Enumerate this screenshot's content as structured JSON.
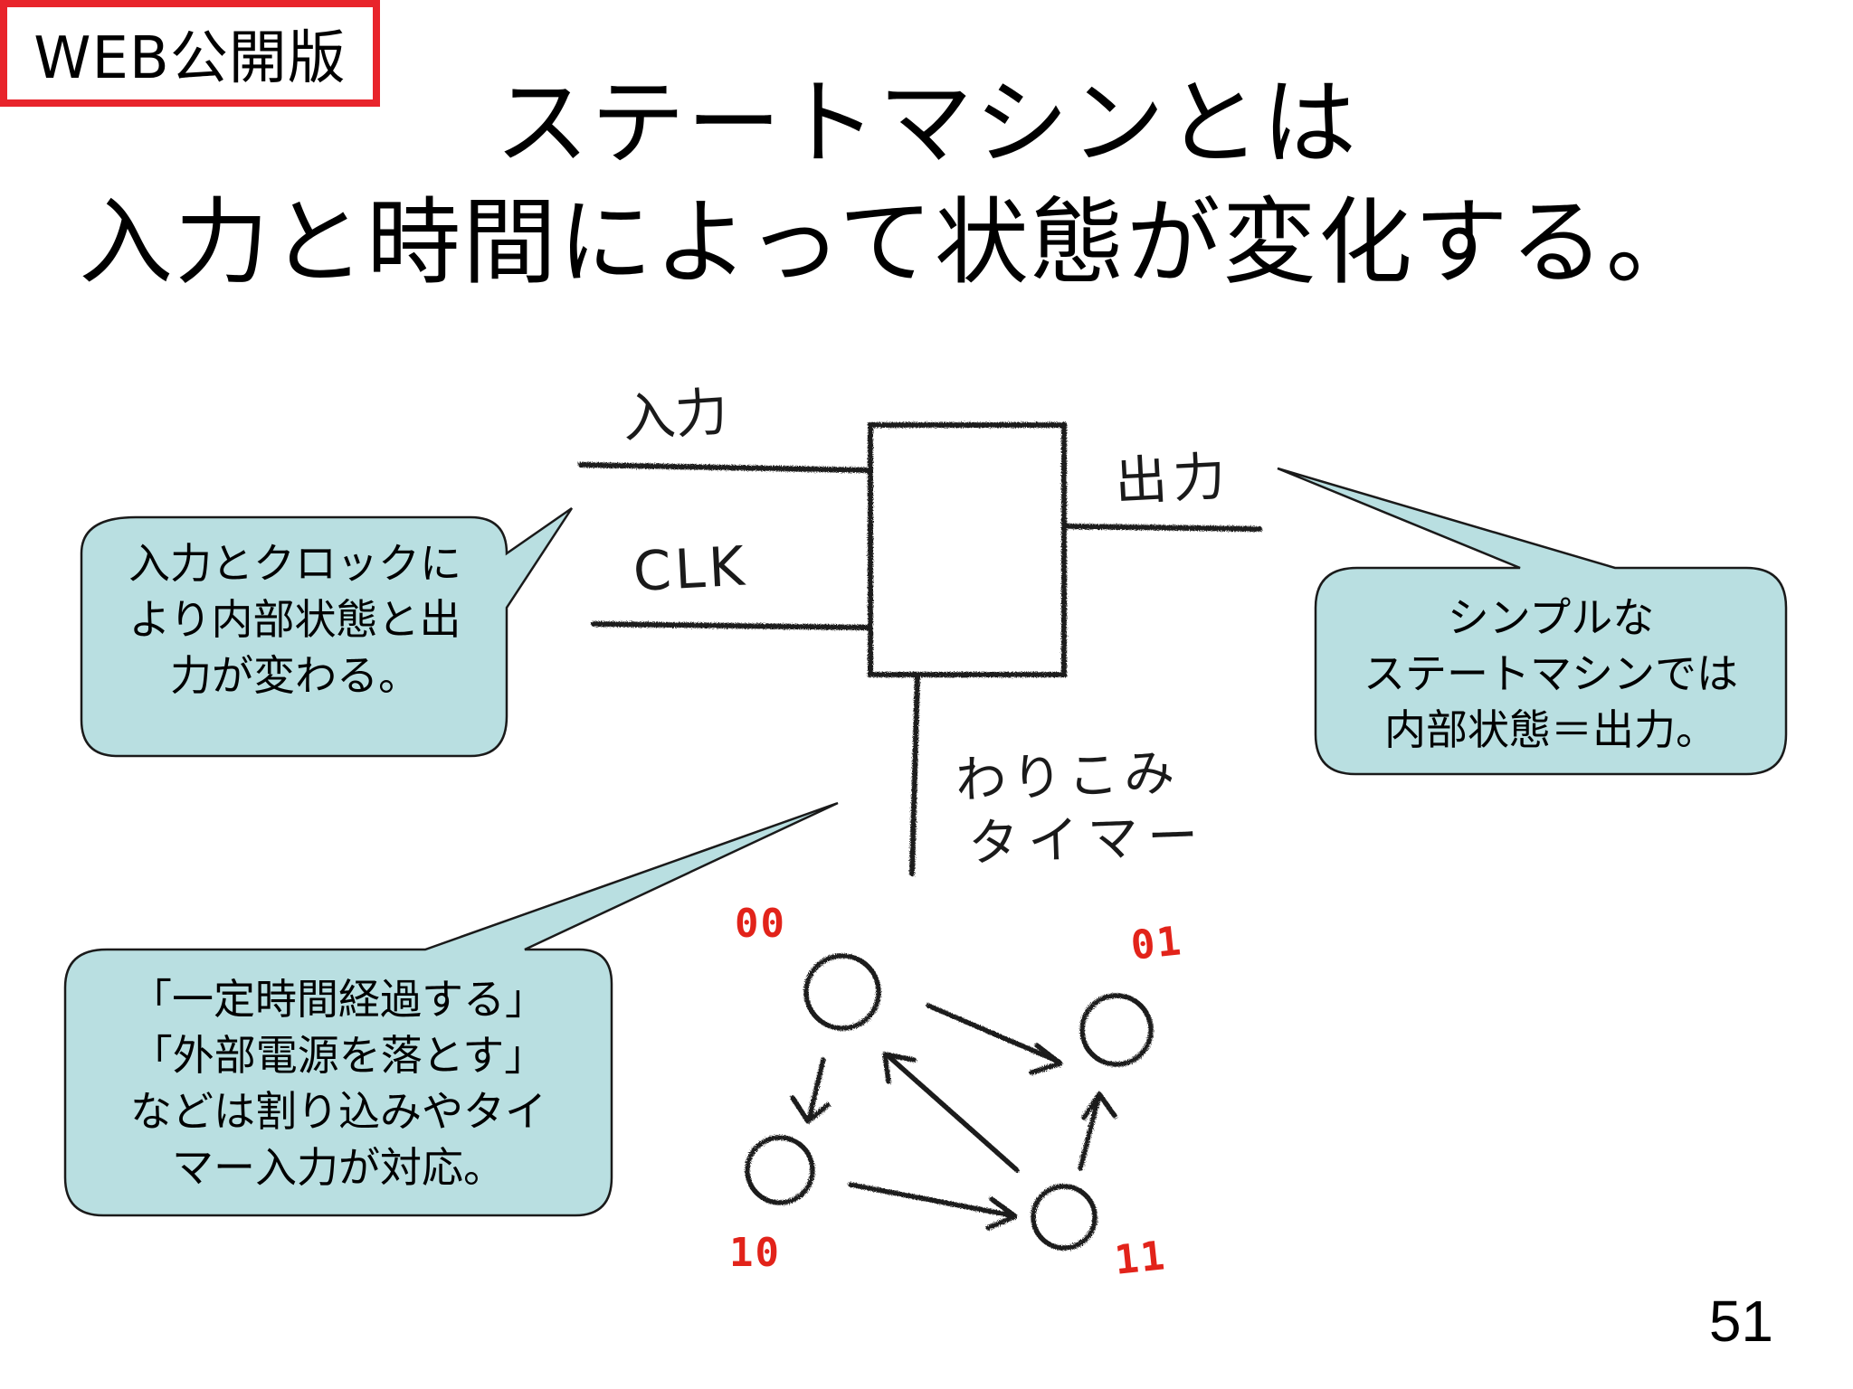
{
  "badge": {
    "label": "WEB公開版"
  },
  "title": {
    "line1": "ステートマシンとは",
    "line2": "入力と時間によって状態が変化する。"
  },
  "diagram": {
    "input_label": "入力",
    "clk_label": "CLK",
    "output_label": "出力",
    "interrupt_label_line1": "わりこみ",
    "interrupt_label_line2": "タイマー",
    "states": [
      "00",
      "01",
      "10",
      "11"
    ]
  },
  "callouts": {
    "left_top": [
      "入力とクロックに",
      "より内部状態と出",
      "力が変わる。"
    ],
    "right": [
      "シンプルな",
      "ステートマシンでは",
      "内部状態＝出力。"
    ],
    "left_bottom": [
      "「一定時間経過する」",
      "「外部電源を落とす」",
      "などは割り込みやタイ",
      "マー入力が対応。"
    ]
  },
  "colors": {
    "callout_fill": "#b9dfe1",
    "badge_border": "#e8242b",
    "state_label": "#e2231a"
  },
  "page_number": "51"
}
